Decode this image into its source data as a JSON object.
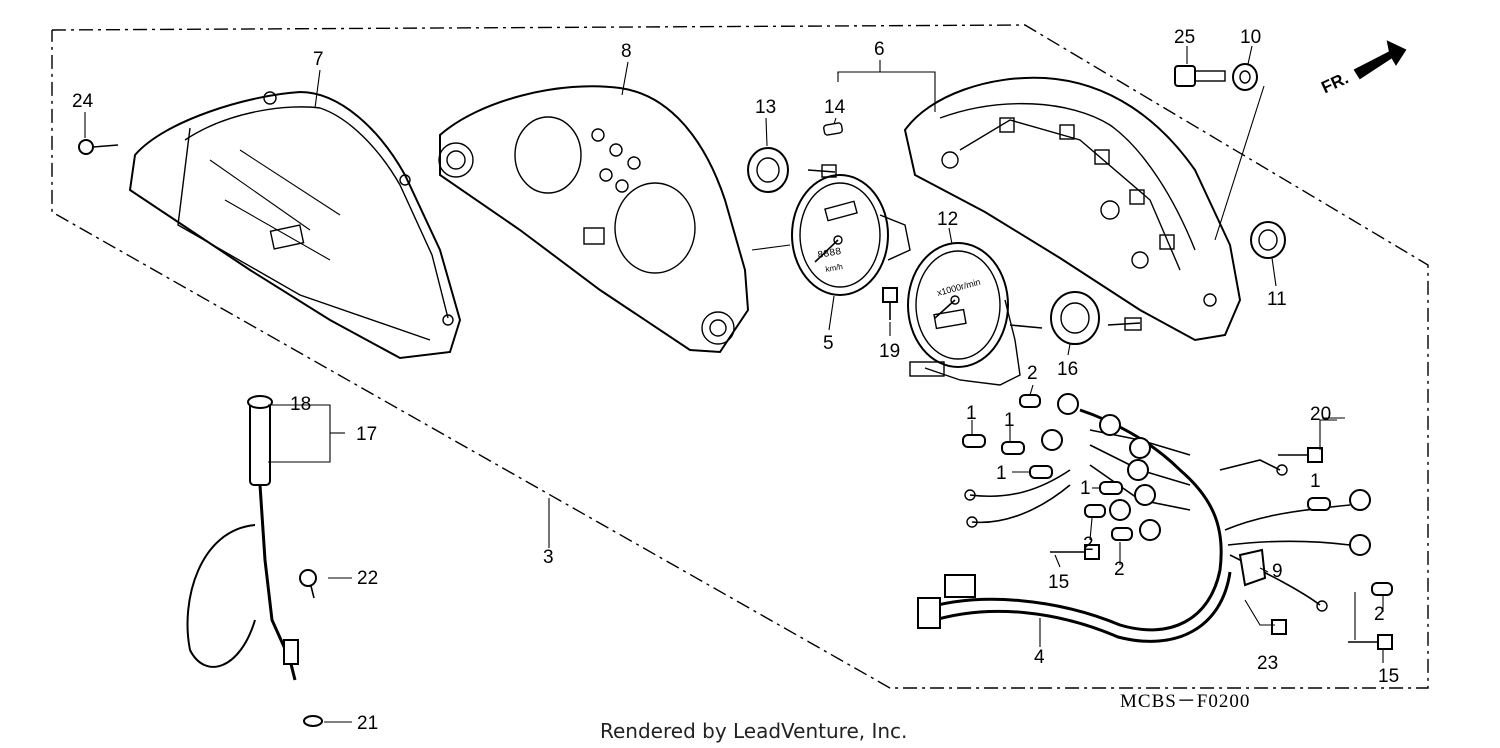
{
  "callouts": {
    "c1a": "1",
    "c1b": "1",
    "c1c": "1",
    "c1d": "1",
    "c1e": "1",
    "c2a": "2",
    "c2b": "2",
    "c2c": "2",
    "c2d": "2",
    "c3": "3",
    "c4": "4",
    "c5": "5",
    "c6": "6",
    "c7": "7",
    "c8": "8",
    "c9": "9",
    "c10": "10",
    "c11": "11",
    "c12": "12",
    "c13": "13",
    "c14": "14",
    "c15a": "15",
    "c15b": "15",
    "c16": "16",
    "c17": "17",
    "c18": "18",
    "c19": "19",
    "c20": "20",
    "c21": "21",
    "c22": "22",
    "c23": "23",
    "c24": "24",
    "c25": "25"
  },
  "diagram_code": "MCBS－F0200",
  "front_arrow_label": "FR.",
  "footer": "Rendered by LeadVenture, Inc.",
  "gauge_text": {
    "speed_odometer": "8888",
    "speed_unit": "km/h",
    "tacho_scale": "x1000r/min"
  }
}
